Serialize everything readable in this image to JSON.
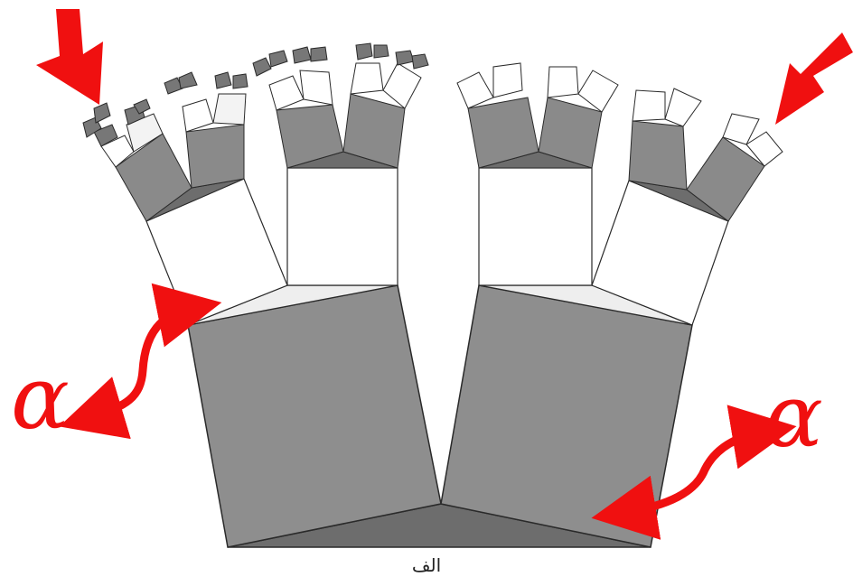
{
  "figure": {
    "caption": "الف",
    "annotations": {
      "angle_left": "α",
      "angle_right": "α"
    },
    "colors": {
      "dark_square": "#7a7a7a",
      "mid_square": "#8c8c8c",
      "light_square": "#f3f3f3",
      "white_square": "#ffffff",
      "outline": "#2a2a2a",
      "arrow": "#f01010"
    }
  }
}
